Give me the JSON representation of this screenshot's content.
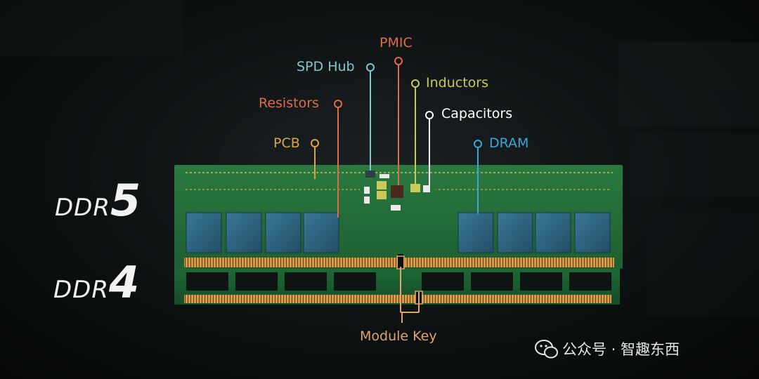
{
  "labels": {
    "pmic": "PMIC",
    "spd_hub": "SPD Hub",
    "inductors": "Inductors",
    "resistors": "Resistors",
    "capacitors": "Capacitors",
    "pcb": "PCB",
    "dram": "DRAM",
    "module_key": "Module Key"
  },
  "modules": {
    "ddr5_prefix": "DDR",
    "ddr5_num": "5",
    "ddr4_prefix": "DDR",
    "ddr4_num": "4"
  },
  "watermark": {
    "text": "公众号 · 智趣东西",
    "icon": "wechat-icon"
  },
  "colors": {
    "pmic": "#e06a4a",
    "spd_hub": "#7fc9cc",
    "inductors": "#c9c85a",
    "resistors": "#e06a4a",
    "capacitors": "#ffffff",
    "pcb": "#d9a640",
    "dram": "#3aa6d6",
    "module_key": "#e0a36a",
    "pcb_green": "#1f6b35",
    "chip": "#2e6480",
    "gold": "#c8913f"
  }
}
